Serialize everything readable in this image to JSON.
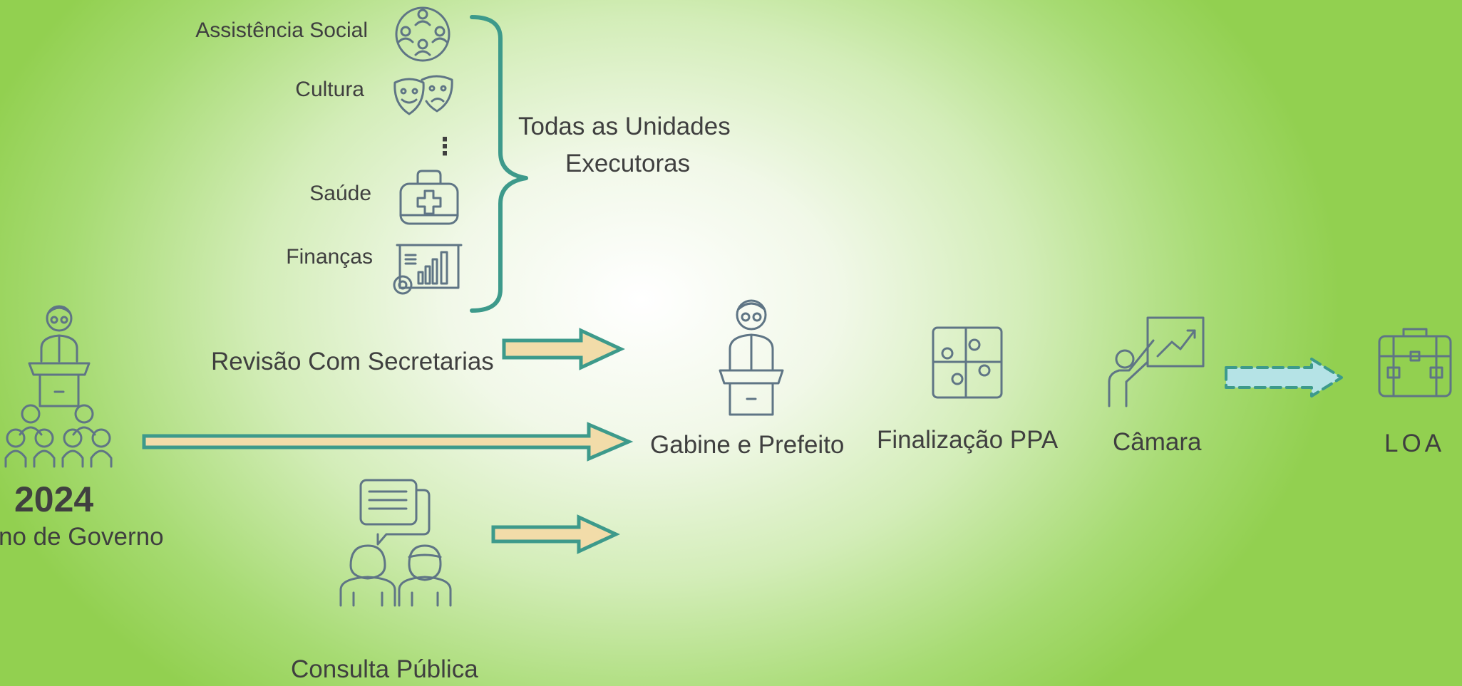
{
  "units": {
    "items": [
      {
        "label": "Assistência Social",
        "icon": "people-network-icon"
      },
      {
        "label": "Cultura",
        "icon": "theater-masks-icon"
      },
      {
        "label": "Saúde",
        "icon": "medical-kit-icon"
      },
      {
        "label": "Finanças",
        "icon": "finance-chart-icon"
      }
    ],
    "ellipsis": "⋮",
    "group_label_line1": "Todas as Unidades",
    "group_label_line2": "Executoras"
  },
  "start": {
    "year": "2024",
    "subtitle": "no de Governo",
    "icon": "speaker-audience-icon"
  },
  "steps": {
    "review": "Revisão Com Secretarias",
    "consultation": "Consulta Pública",
    "cabinet": "Gabine e Prefeito",
    "finalization": "Finalização PPA",
    "chamber": "Câmara",
    "loa": "LOA"
  },
  "colors": {
    "arrow_fill": "#f2dca9",
    "arrow_stroke": "#3d9a8b",
    "brace": "#3d9a8b",
    "icon": "#5f7585",
    "dashed_arrow_fill": "#b5e3e6",
    "background_edge": "#92d050"
  }
}
